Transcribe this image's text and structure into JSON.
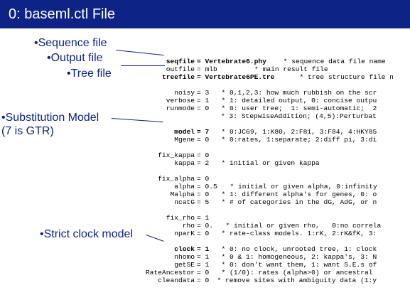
{
  "slide": {
    "title": "0: baseml.ctl File"
  },
  "annotations": {
    "sequence_file": "•Sequence file",
    "output_file": "•Output file",
    "tree_file": "•Tree file",
    "substitution_model": "•Substitution Model",
    "substitution_model_note": "(7 is GTR)",
    "strict_clock_model": "•Strict clock model"
  },
  "code": {
    "seqfile": {
      "key": "seqfile",
      "value": "Vertebrate6.phy",
      "comment": " * sequence data file name"
    },
    "outfile": {
      "key": "outfile",
      "value": "mlb",
      "comment": "        * main result file"
    },
    "treefile": {
      "key": "treefile",
      "value": "Vertebrate6PE.tre",
      "comment": "  * tree structure file n"
    },
    "noisy": {
      "key": "noisy",
      "value": "3",
      "comment": "  * 0,1,2,3: how much rubbish on the scr"
    },
    "verbose": {
      "key": "verbose",
      "value": "1",
      "comment": "  * 1: detailed output, 0: concise outpu"
    },
    "runmode": {
      "key": "runmode",
      "value": "0",
      "comment": "  * 0: user tree;  1: semi-automatic;  2"
    },
    "runmode_cont": "* 3: StepwiseAddition; (4,5):Perturbat",
    "model": {
      "key": "model",
      "value": "7",
      "comment": "  * 0:JC69, 1:K80, 2:F81, 3:F84, 4:HKY85"
    },
    "mgene": {
      "key": "Mgene",
      "value": "0",
      "comment": "  * 0:rates, 1:separate; 2:diff pi, 3:di"
    },
    "fix_kappa": {
      "key": "fix_kappa",
      "value": "0",
      "comment": ""
    },
    "kappa": {
      "key": "kappa",
      "value": "2",
      "comment": "  * initial or given kappa"
    },
    "fix_alpha": {
      "key": "fix_alpha",
      "value": "0",
      "comment": ""
    },
    "alpha": {
      "key": "alpha",
      "value": "0.5",
      "comment": "  * initial or given alpha, 0:infinity"
    },
    "malpha": {
      "key": "Malpha",
      "value": "0",
      "comment": "  * 1: different alpha's for genes, 0: o"
    },
    "ncatg": {
      "key": "ncatG",
      "value": "5",
      "comment": "  * # of categories in the dG, AdG, or n"
    },
    "fix_rho": {
      "key": "fix_rho",
      "value": "1",
      "comment": ""
    },
    "rho": {
      "key": "rho",
      "value": "0.",
      "comment": "  * initial or given rho,   0:no correla"
    },
    "npark": {
      "key": "nparK",
      "value": "0",
      "comment": "  * rate-class models. 1:rK, 2:rK&fK, 3:"
    },
    "clock": {
      "key": "clock",
      "value": "1",
      "comment": "  * 0: no clock, unrooted tree, 1: clock"
    },
    "nhomo": {
      "key": "nhomo",
      "value": "1",
      "comment": "  * 0 & 1: homogeneous, 2: kappa's, 3: N"
    },
    "getse": {
      "key": "getSE",
      "value": "1",
      "comment": "  * 0: don't want them, 1: want S.E.s of"
    },
    "rateancestor": {
      "key": "RateAncestor",
      "value": "0",
      "comment": "  * (1/0): rates (alpha>0) or ancestral"
    },
    "cleandata": {
      "key": "cleandata",
      "value": "0",
      "comment": "  * remove sites with ambiguity data (1:y"
    }
  }
}
